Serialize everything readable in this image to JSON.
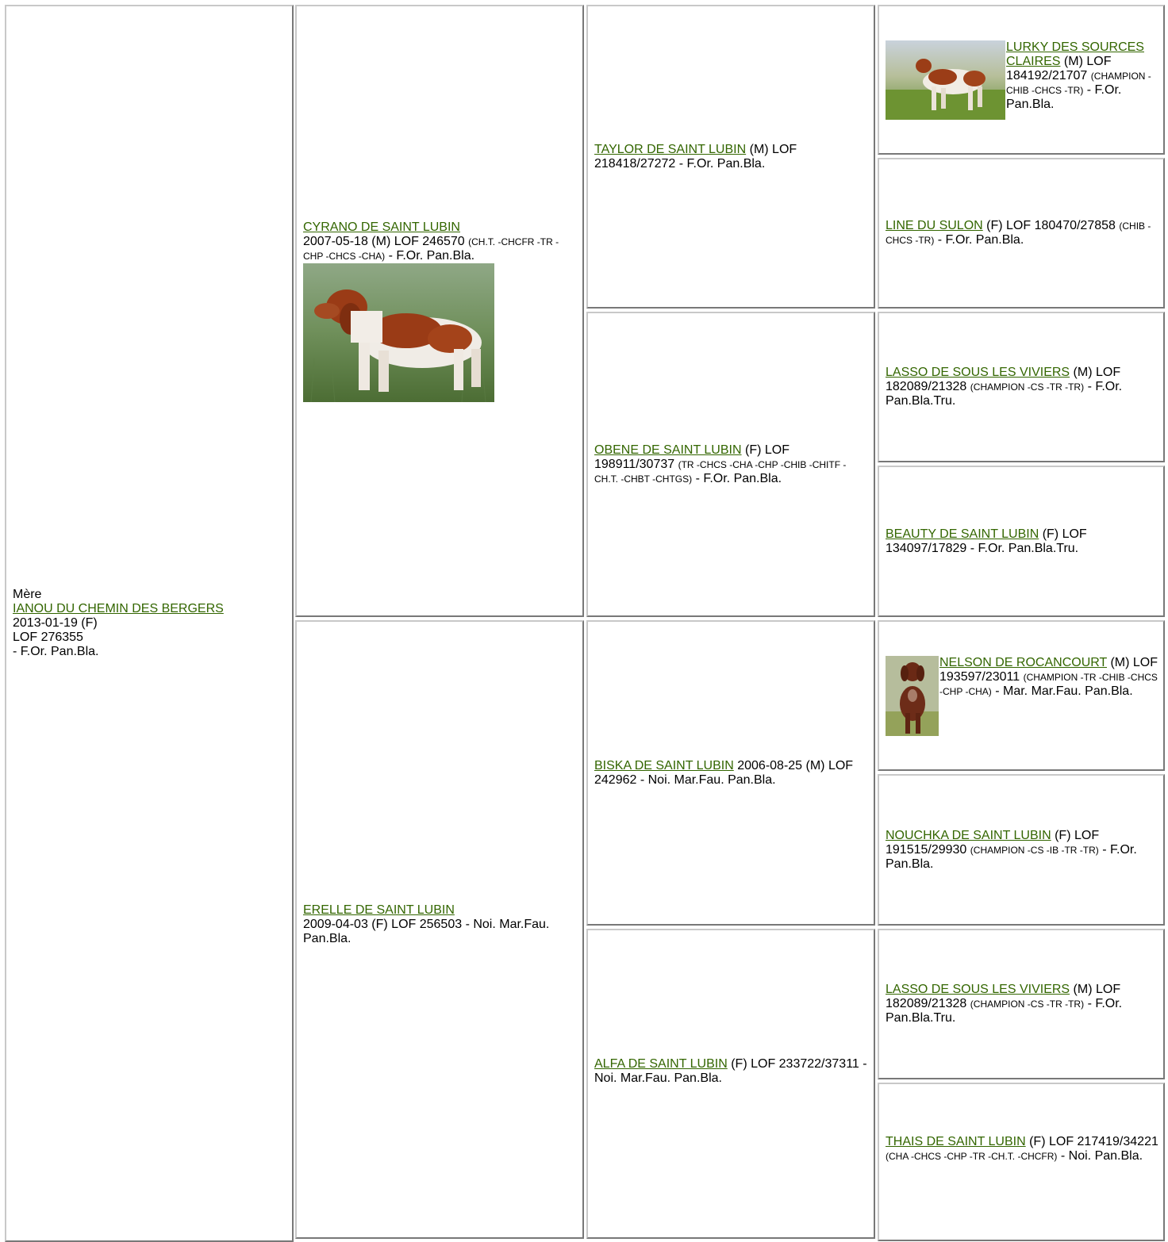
{
  "colors": {
    "link": "#336600",
    "cell_border_light": "#c8c8c8",
    "cell_border_dark": "#787878"
  },
  "mother": {
    "label": "Mère",
    "name": "IANOU DU CHEMIN DES BERGERS",
    "dob": "2013-01-19 (F)",
    "reg": "LOF 276355",
    "colors": "- F.Or. Pan.Bla."
  },
  "gen2": [
    {
      "name": "CYRANO DE SAINT LUBIN",
      "details": "2007-05-18 (M) LOF 246570",
      "titles": "(CH.T. -CHCFR -TR -CHP -CHCS -CHA)",
      "colors": "- F.Or. Pan.Bla.",
      "photo": "dog-photo-cyrano"
    },
    {
      "name": "ERELLE DE SAINT LUBIN",
      "details": "2009-04-03 (F) LOF 256503 - Noi. Mar.Fau. Pan.Bla."
    }
  ],
  "gen3": [
    {
      "name": "TAYLOR DE SAINT LUBIN",
      "details": "(M) LOF 218418/27272 - F.Or. Pan.Bla."
    },
    {
      "name": "OBENE DE SAINT LUBIN",
      "details": "(F) LOF 198911/30737",
      "titles": "(TR -CHCS -CHA -CHP -CHIB -CHITF -CH.T. -CHBT -CHTGS)",
      "colors": "- F.Or. Pan.Bla."
    },
    {
      "name": "BISKA DE SAINT LUBIN",
      "details": "2006-08-25 (M) LOF 242962 - Noi. Mar.Fau. Pan.Bla."
    },
    {
      "name": "ALFA DE SAINT LUBIN",
      "details": "(F) LOF 233722/37311 - Noi. Mar.Fau. Pan.Bla."
    }
  ],
  "gen4": [
    {
      "name": "LURKY DES SOURCES CLAIRES",
      "details": "(M) LOF 184192/21707",
      "titles": "(CHAMPION -CHIB -CHCS -TR)",
      "colors": "- F.Or. Pan.Bla.",
      "photo": "dog-photo-lurky"
    },
    {
      "name": "LINE DU SULON",
      "details": "(F) LOF 180470/27858",
      "titles": "(CHIB -CHCS -TR)",
      "colors": "- F.Or. Pan.Bla."
    },
    {
      "name": "LASSO DE SOUS LES VIVIERS",
      "details": "(M) LOF 182089/21328",
      "titles": "(CHAMPION -CS -TR -TR)",
      "colors": "- F.Or. Pan.Bla.Tru."
    },
    {
      "name": "BEAUTY DE SAINT LUBIN",
      "details": "(F) LOF 134097/17829 - F.Or. Pan.Bla.Tru."
    },
    {
      "name": "NELSON DE ROCANCOURT",
      "details": "(M) LOF 193597/23011",
      "titles": "(CHAMPION -TR -CHIB -CHCS -CHP -CHA)",
      "colors": "- Mar. Mar.Fau. Pan.Bla.",
      "photo": "dog-photo-nelson"
    },
    {
      "name": "NOUCHKA DE SAINT LUBIN",
      "details": "(F) LOF 191515/29930",
      "titles": "(CHAMPION -CS -IB -TR -TR)",
      "colors": "- F.Or. Pan.Bla."
    },
    {
      "name": "LASSO DE SOUS LES VIVIERS",
      "details": "(M) LOF 182089/21328",
      "titles": "(CHAMPION -CS -TR -TR)",
      "colors": "- F.Or. Pan.Bla.Tru."
    },
    {
      "name": "THAIS DE SAINT LUBIN",
      "details": "(F) LOF 217419/34221",
      "titles": "(CHA -CHCS -CHP -TR -CH.T. -CHCFR)",
      "colors": "- Noi. Pan.Bla."
    }
  ]
}
